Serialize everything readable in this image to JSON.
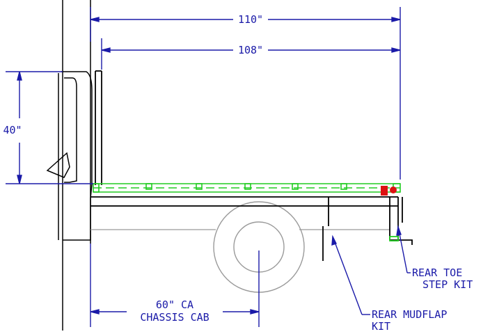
{
  "dimensions": {
    "overall_length": "110\"",
    "bed_length": "108\"",
    "height": "40\"",
    "cab_to_axle_line1": "60\" CA",
    "cab_to_axle_line2": "CHASSIS CAB"
  },
  "callouts": {
    "toe_step_line1": "REAR TOE",
    "toe_step_line2": "STEP KIT",
    "mudflap_line1": "REAR MUDFLAP",
    "mudflap_line2": "KIT"
  },
  "colors": {
    "dimension": "#1a1aa8",
    "outline": "#000000",
    "chassis": "#9a9a9a",
    "stakes": "#22cc22",
    "tail_light": "#dd1111"
  }
}
